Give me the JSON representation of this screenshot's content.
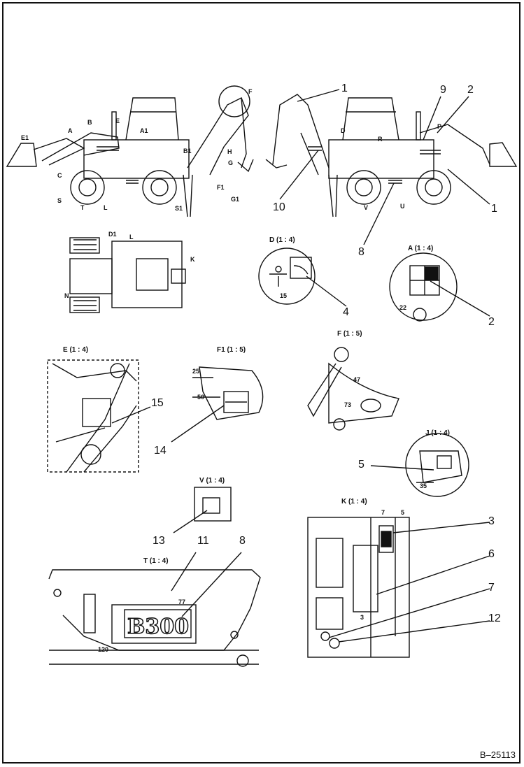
{
  "doc_number": "B–25113",
  "callouts": [
    "1",
    "1",
    "9",
    "2",
    "10",
    "8",
    "1",
    "4",
    "2",
    "15",
    "14",
    "5",
    "13",
    "11",
    "8",
    "3",
    "6",
    "7",
    "12"
  ],
  "detail_titles": {
    "D": "D (1 : 4)",
    "A": "A (1 : 4)",
    "E": "E (1 : 4)",
    "F1": "F1 (1 : 5)",
    "F": "F (1 : 5)",
    "J": "J (1 : 4)",
    "V": "V (1 : 4)",
    "K": "K (1 : 4)",
    "T": "T (1 : 4)"
  },
  "left_view_letters": [
    "E1",
    "A",
    "B",
    "E",
    "A1",
    "F",
    "C",
    "S",
    "T",
    "L",
    "B1",
    "H",
    "G",
    "F1",
    "G1",
    "S1"
  ],
  "right_view_letters": [
    "D",
    "R",
    "P",
    "V",
    "U"
  ],
  "top_view_letters": [
    "D1",
    "L",
    "K",
    "N"
  ],
  "dimensions": [
    "15",
    "22",
    "25",
    "50",
    "47",
    "73",
    "35",
    "5",
    "7",
    "3",
    "77",
    "120"
  ],
  "decal_text": "B300"
}
